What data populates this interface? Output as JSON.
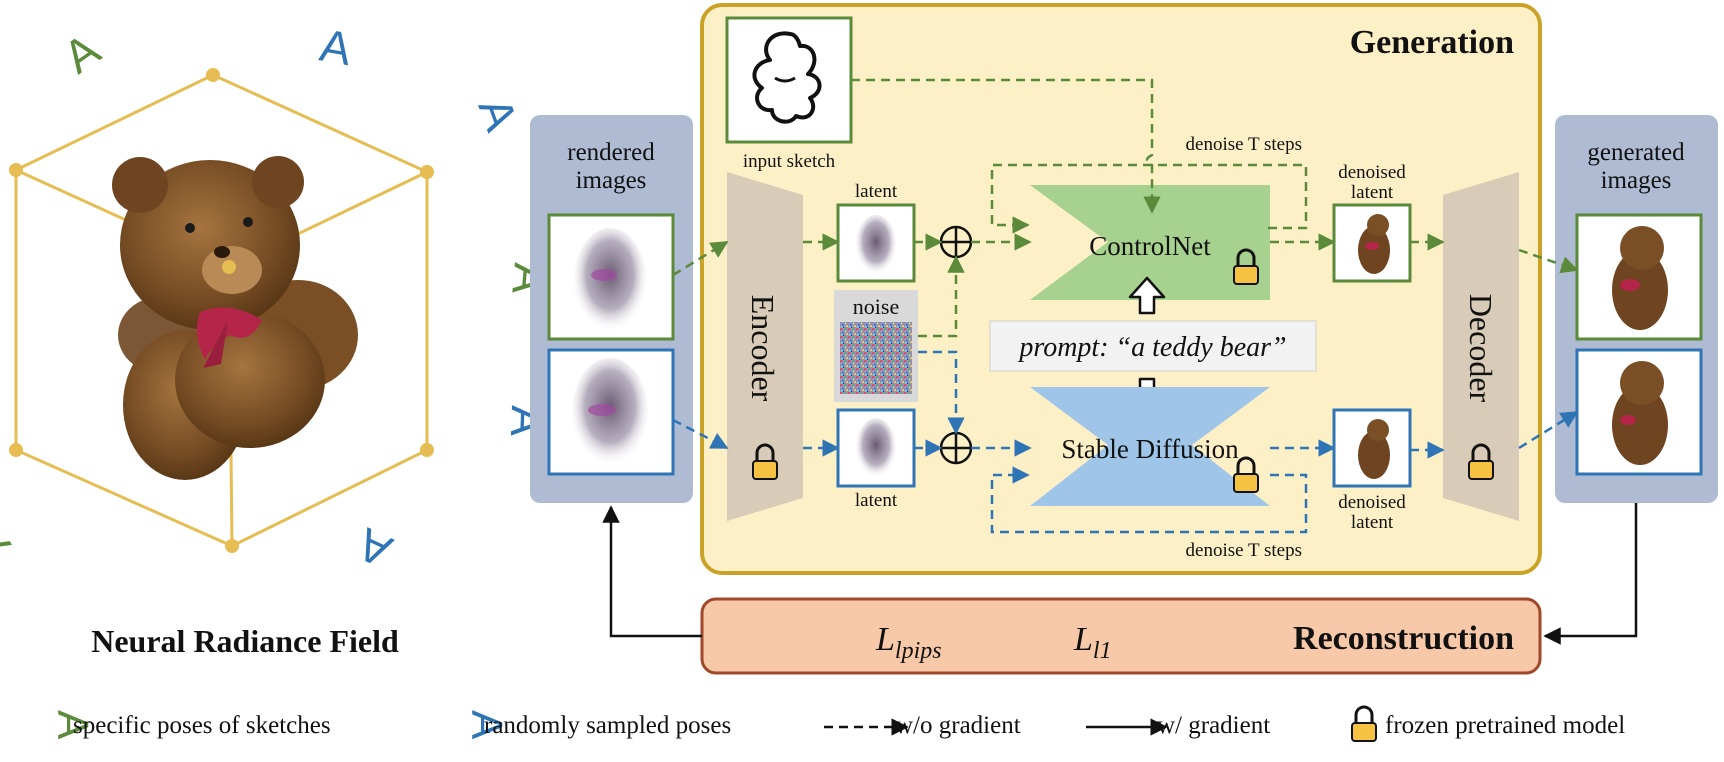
{
  "titles": {
    "nerf": "Neural Radiance Field",
    "generation": "Generation",
    "reconstruction": "Reconstruction"
  },
  "labels": {
    "rendered_images_1": "rendered",
    "rendered_images_2": "images",
    "generated_images_1": "generated",
    "generated_images_2": "images",
    "input_sketch": "input sketch",
    "latent_top": "latent",
    "latent_bottom": "latent",
    "noise": "noise",
    "encoder": "Encoder",
    "decoder": "Decoder",
    "controlnet": "ControlNet",
    "stable_diffusion": "Stable Diffusion",
    "prompt": "prompt: “a teddy bear”",
    "denoise_top": "denoise T steps",
    "denoise_bottom": "denoise T steps",
    "denoised_latent_top_1": "denoised",
    "denoised_latent_top_2": "latent",
    "denoised_latent_bottom_1": "denoised",
    "denoised_latent_bottom_2": "latent"
  },
  "losses": {
    "lpips_base": "L",
    "lpips_sub": "lpips",
    "l1_base": "L",
    "l1_sub": "l1"
  },
  "legend": {
    "sketch_poses": "specific poses of sketches",
    "random_poses": "randomly sampled poses",
    "no_gradient": "w/o gradient",
    "with_gradient": "w/ gradient",
    "frozen": "frozen pretrained model"
  },
  "pose_glyph": "A",
  "colors": {
    "green": "#5a8a3a",
    "blue": "#2f75b5",
    "gold": "#e6bd52",
    "generation_bg": "#fdf0c6",
    "generation_border": "#c9a227",
    "reconstruction_bg": "#f7c9a8",
    "reconstruction_border": "#a1482a",
    "panel_bg": "#aebbd3",
    "controlnet": "#a7d18f",
    "stable_diffusion": "#9fc5e8",
    "coder": "#d8ccb8"
  }
}
